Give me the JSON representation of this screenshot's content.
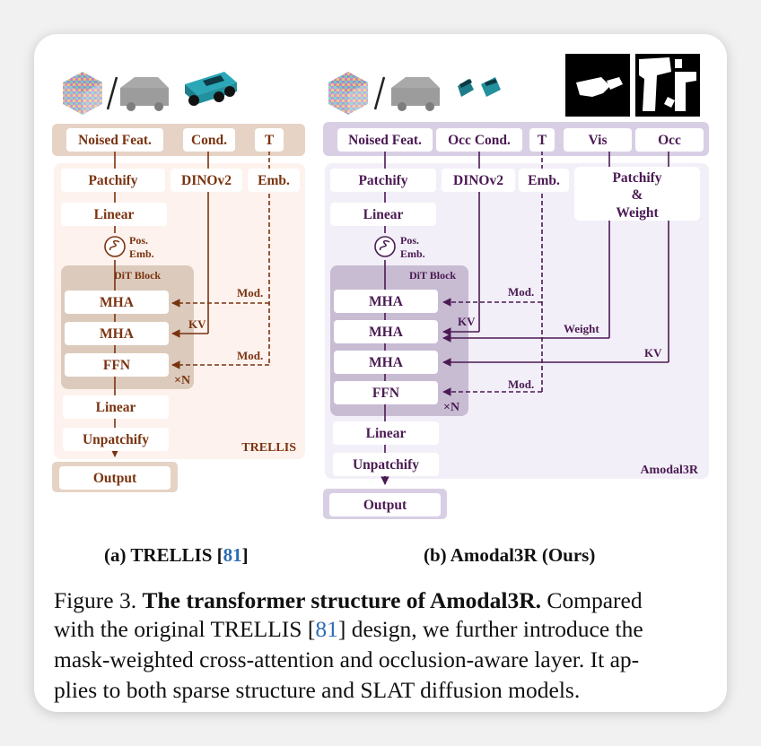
{
  "trellis": {
    "top_labels": [
      "Noised Feat.",
      "Cond.",
      "T"
    ],
    "patchify": "Patchify",
    "dino": "DINOv2",
    "emb": "Emb.",
    "linear1": "Linear",
    "pos_emb_1": "Pos.",
    "pos_emb_2": "Emb.",
    "dit_block": "DiT Block",
    "mha1": "MHA",
    "mha2": "MHA",
    "ffn": "FFN",
    "repeat": "×N",
    "mod1": "Mod.",
    "mod2": "Mod.",
    "kv": "KV",
    "linear2": "Linear",
    "unpatchify": "Unpatchify",
    "output": "Output",
    "name": "TRELLIS"
  },
  "amodal": {
    "top_labels": [
      "Noised Feat.",
      "Occ Cond.",
      "T",
      "Vis",
      "Occ"
    ],
    "patchify": "Patchify",
    "dino": "DINOv2",
    "emb": "Emb.",
    "patchify_weight": [
      "Patchify",
      "&",
      "Weight"
    ],
    "linear1": "Linear",
    "pos_emb_1": "Pos.",
    "pos_emb_2": "Emb.",
    "dit_block": "DiT Block",
    "mha1": "MHA",
    "mha2": "MHA",
    "mha3": "MHA",
    "ffn": "FFN",
    "repeat": "×N",
    "mod1": "Mod.",
    "mod2": "Mod.",
    "kv1": "KV",
    "weight": "Weight",
    "kv2": "KV",
    "linear2": "Linear",
    "unpatchify": "Unpatchify",
    "output": "Output",
    "name": "Amodal3R"
  },
  "subcaptions": {
    "a_prefix": "(a) TRELLIS [",
    "a_cite": "81",
    "a_suffix": "]",
    "b": "(b) Amodal3R (Ours)"
  },
  "caption": {
    "figure_label": "Figure 3.",
    "title": "The transformer structure of Amodal3R.",
    "line1_rest": "Compared",
    "line2_prefix": "with the original TRELLIS [",
    "line2_cite": "81",
    "line2_suffix": "] design, we further introduce the",
    "line3": "mask-weighted cross-attention and occlusion-aware layer.  It ap-",
    "line4": "plies to both sparse structure and SLAT diffusion models."
  },
  "colors": {
    "trellis_accent": "#7a3310",
    "trellis_panel": "#fdf2ed",
    "trellis_header": "#e6d3c5",
    "trellis_block": "#dccbbd",
    "amodal_accent": "#4a1a52",
    "amodal_panel": "#f3eff8",
    "amodal_header": "#d9cfe4",
    "amodal_block": "#c8bcd3",
    "cite_blue": "#2d6db4"
  }
}
